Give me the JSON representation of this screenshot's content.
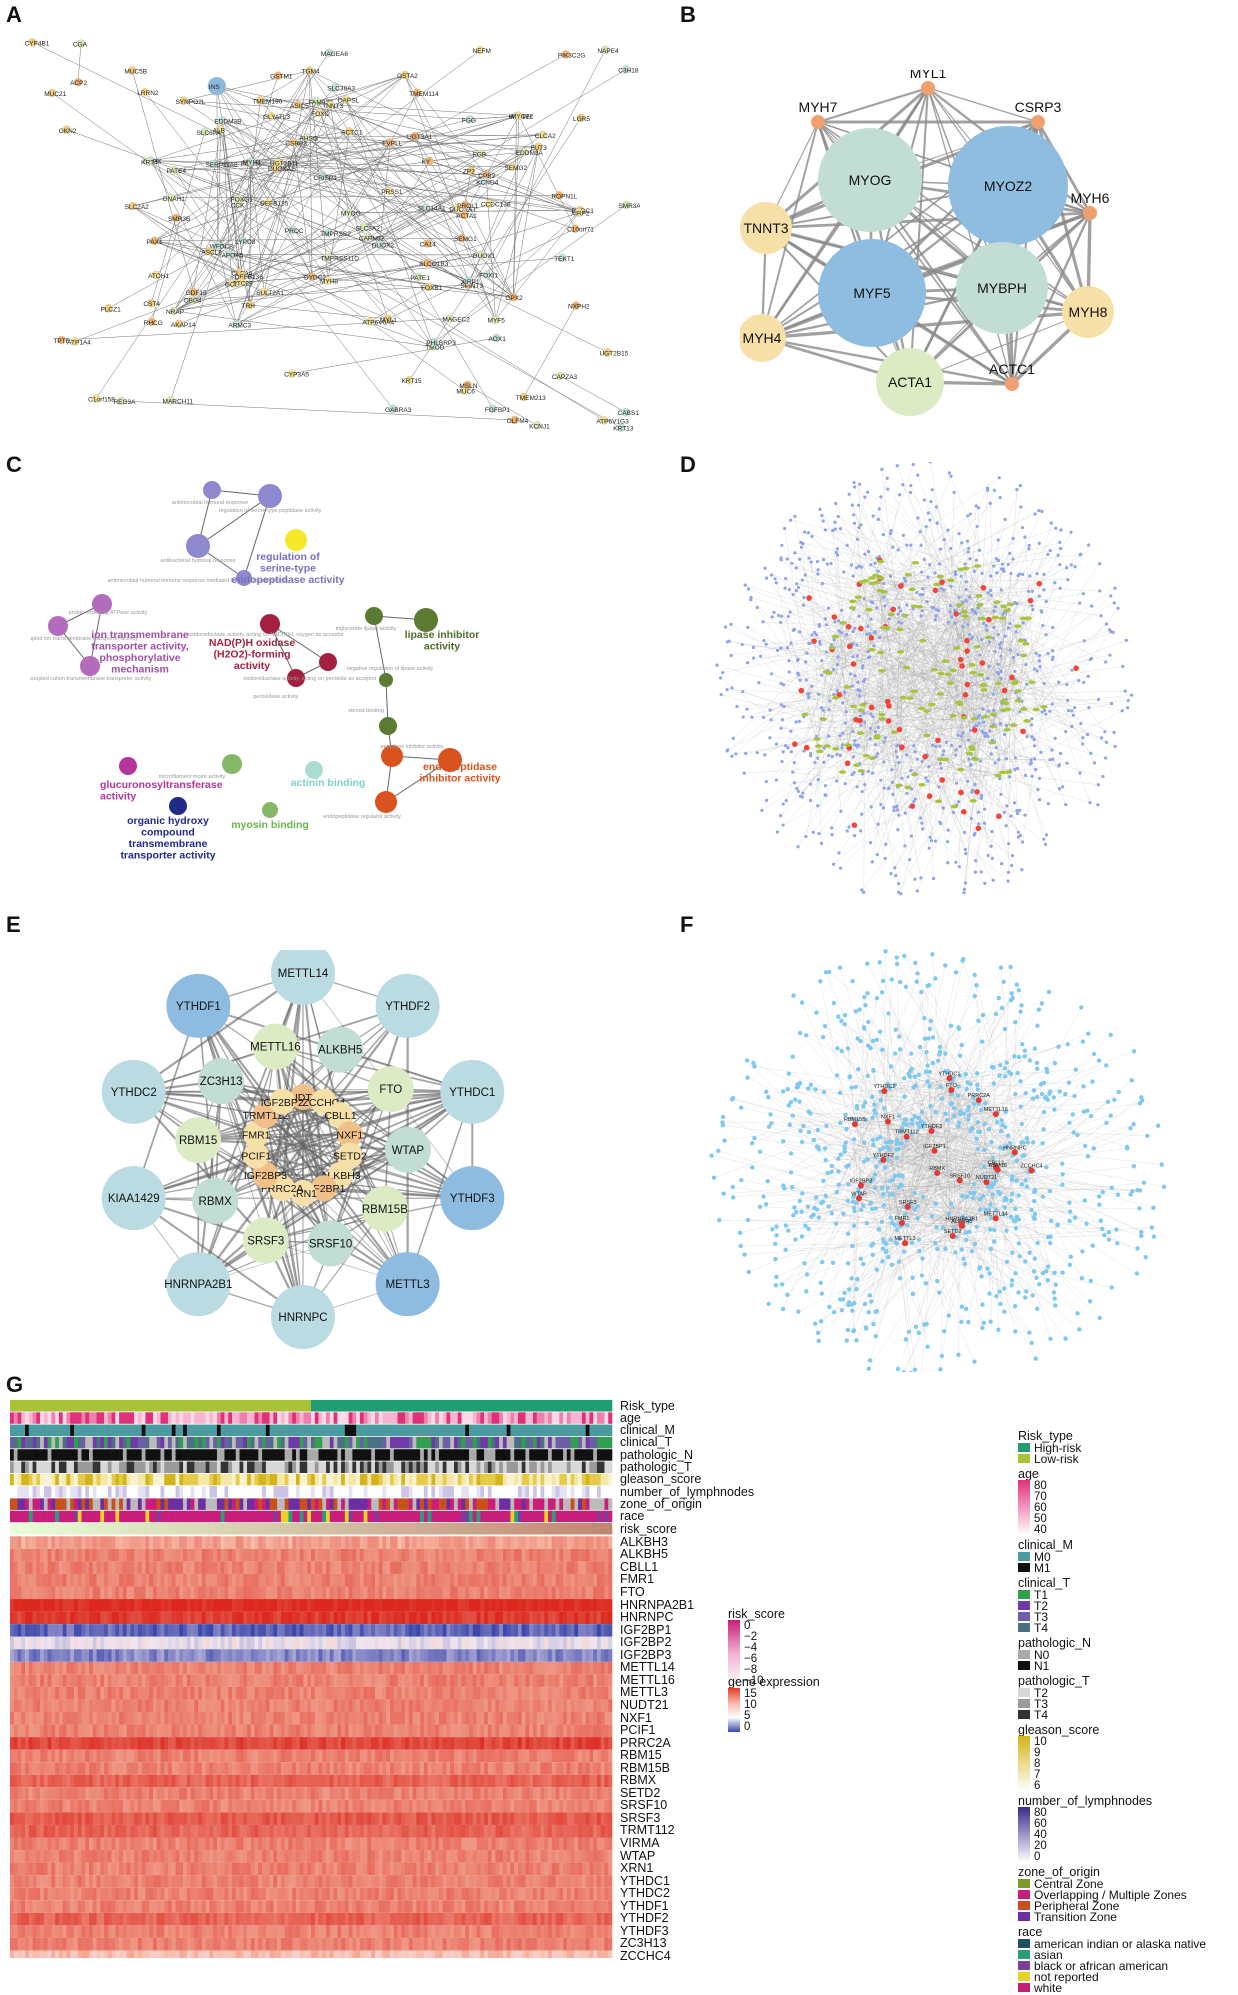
{
  "panels": {
    "A": "A",
    "B": "B",
    "C": "C",
    "D": "D",
    "E": "E",
    "F": "F",
    "G": "G"
  },
  "panelA": {
    "labels": [
      "DYDC1",
      "DYDC2",
      "FAM92B",
      "ARMC3",
      "DAPSL",
      "TMEM190",
      "EVPLL",
      "DBG4",
      "CRISP1",
      "GLYATL3",
      "FUT3",
      "SPINT3",
      "EDDM3A",
      "EDDM3B",
      "CLCA2",
      "CLCA4",
      "UGT3A1",
      "PATE1",
      "WFDC8",
      "SEMG2",
      "TGM4",
      "SEMG1",
      "PATE4",
      "LYPD8",
      "PRSS1",
      "DEFB136",
      "INS",
      "CCK",
      "APOA5",
      "GCG",
      "TRH",
      "FGA",
      "FGB",
      "FGG",
      "ALB",
      "SLC2A2",
      "CPB2",
      "AHSG",
      "SERPINA6",
      "SULT2A1",
      "GSTA2",
      "GPX2",
      "DUOX1",
      "DUOX2",
      "DUOXA1",
      "DUOXA2",
      "PAX1",
      "MYF5",
      "MYBPH",
      "MYOZ2",
      "ACTC1",
      "ACTA1",
      "MYOG",
      "MYH4",
      "TNNT3",
      "CSRP3",
      "KY",
      "NRAP",
      "XIRP1",
      "XIRP2",
      "SYNPO2L",
      "C10orf71",
      "TMOD",
      "SMPX",
      "MYH8",
      "MYL1",
      "TPTE",
      "MAGEC2",
      "MAGEA6",
      "C1orf158",
      "PLCZ1",
      "PIK3C2G",
      "CAPZA3",
      "CABS1",
      "CCDC136",
      "AKAP14",
      "ROPN1L",
      "DNAH1",
      "TEKT1",
      "TTC29",
      "ZP2",
      "PROL1",
      "KRT4",
      "KRT13",
      "KRT15",
      "LGR5",
      "TMEM114",
      "TMPRSS11D",
      "FGFBP1",
      "FOXI2",
      "ASIC5",
      "CA14",
      "CAPN52",
      "KCND4",
      "NEFM",
      "ASCL3",
      "RHCG",
      "SLC6A4",
      "SLC14A1",
      "ATP1A4",
      "TMEM213",
      "NXPH2",
      "NAPE4",
      "FOXI1",
      "MUC6",
      "MUC21",
      "ACP2",
      "CGA",
      "GABRA3",
      "LRRN2",
      "CST4",
      "SMR3B",
      "SMR3A",
      "PHLBRP3",
      "DEFB135",
      "GKN2",
      "OLFM4",
      "REG3A",
      "SLC38A3",
      "ATOH1",
      "MUC5B",
      "GDF15",
      "SLC5A2",
      "C3H18",
      "UGT2B11",
      "CYP4B1",
      "GSTM1",
      "MARCH11",
      "AOX1",
      "CYP3A5",
      "UGT2B15",
      "SLCO1B3",
      "FOXG1",
      "TMPRSS2",
      "ATP6V0A4",
      "FOXB1",
      "MSLN",
      "KCNJ1",
      "PROC",
      "ATP6V1G3"
    ]
  },
  "panelB": {
    "nodes": [
      "MYL1",
      "CSRP3",
      "MYH7",
      "MYOG",
      "MYOZ2",
      "MYH6",
      "TNNT3",
      "MYF5",
      "MYBPH",
      "MYH8",
      "MYH4",
      "ACTA1",
      "ACTC1"
    ]
  },
  "panelC": {
    "terms": [
      {
        "label": "regulation of\nserine-type\nendopeptidase activity",
        "color": "#7b6fc0"
      },
      {
        "label": "ion transmembrane\ntransporter activity,\nphosphorylative\nmechanism",
        "color": "#a14ea9"
      },
      {
        "label": "NAD(P)H oxidase\n(H2O2)-forming\nactivity",
        "color": "#a3213e"
      },
      {
        "label": "lipase inhibitor\nactivity",
        "color": "#4f6b2a"
      },
      {
        "label": "endopeptidase\ninhibitor activity",
        "color": "#d9531e"
      },
      {
        "label": "glucuronosyltransferase\nactivity",
        "color": "#b7359a"
      },
      {
        "label": "organic hydroxy\ncompound\ntransmembrane\ntransporter activity",
        "color": "#1f2a8a"
      },
      {
        "label": "myosin binding",
        "color": "#6ab345"
      },
      {
        "label": "actinin binding",
        "color": "#7fd1c4"
      }
    ],
    "minor": [
      "antimicrobial humoral response",
      "regulation of serine-type peptidase activity",
      "antibacterial humoral response",
      "antimicrobial humoral immune response mediated by antimicrobial peptide",
      "proton-exporting ATPase activity",
      "ATPase-coupled ion transmembrane transporter activity",
      "ATPase-coupled cation transmembrane transporter activity",
      "oxidoreductase activity, acting on NAD(P)H, oxygen as acceptor",
      "oxidoreductase activity, acting on peroxide as acceptor",
      "peroxidase activity",
      "triglyceride lipase activity",
      "negative regulation of lipase activity",
      "steroid binding",
      "peptidase inhibitor activity",
      "endopeptidase regulator activity",
      "microfilament motor activity"
    ]
  },
  "panelE": {
    "outer": [
      "METTL14",
      "YTHDF2",
      "YTHDC1",
      "YTHDF3",
      "METTL3",
      "HNRNPC",
      "HNRNPA2B1",
      "KIAA1429",
      "YTHDC2",
      "YTHDF1"
    ],
    "middle": [
      "ALKBH5",
      "FTO",
      "WTAP",
      "RBM15B",
      "SRSF10",
      "SRSF3",
      "RBMX",
      "RBM15",
      "ZC3H13",
      "METTL16"
    ],
    "inner": [
      "NUDT21",
      "ZCCHC4",
      "CBLL1",
      "NXF1",
      "SETD2",
      "ALKBH3",
      "IGF2BP1",
      "XRN1",
      "PRRC2A",
      "IGF2BP3",
      "PCIF1",
      "FMR1",
      "TRMT112",
      "IGF2BP2"
    ]
  },
  "panelF": {
    "labels": [
      "METTL14",
      "ZCCHC4",
      "FTO",
      "NUDT21",
      "ALKBH5",
      "PRRC2A",
      "IGF2BP3",
      "IGF2BP1",
      "CBLL1",
      "WTAP",
      "YTHDC1",
      "RBM15",
      "RBMX",
      "HNRNPA2B1",
      "HNRNPC",
      "METTL3",
      "TRMT112",
      "YTHDF2",
      "YTHDF3",
      "SRSF10",
      "METTL16",
      "RBM15B",
      "SRSF3",
      "YTHDC2",
      "NXF1",
      "FMR1",
      "SETD2"
    ]
  },
  "panelG": {
    "annotation_rows": [
      "Risk_type",
      "age",
      "clinical_M",
      "clinical_T",
      "pathologic_N",
      "pathologic_T",
      "gleason_score",
      "number_of_lymphnodes",
      "zone_of_origin",
      "race",
      "risk_score"
    ],
    "genes": [
      "ALKBH3",
      "ALKBH5",
      "CBLL1",
      "FMR1",
      "FTO",
      "HNRNPA2B1",
      "HNRNPC",
      "IGF2BP1",
      "IGF2BP2",
      "IGF2BP3",
      "METTL14",
      "METTL16",
      "METTL3",
      "NUDT21",
      "NXF1",
      "PCIF1",
      "PRRC2A",
      "RBM15",
      "RBM15B",
      "RBMX",
      "SETD2",
      "SRSF10",
      "SRSF3",
      "TRMT112",
      "VIRMA",
      "WTAP",
      "XRN1",
      "YTHDC1",
      "YTHDC2",
      "YTHDF1",
      "YTHDF2",
      "YTHDF3",
      "ZC3H13",
      "ZCCHC4"
    ],
    "risk_score_legend": {
      "title": "risk_score",
      "ticks": [
        "0",
        "−2",
        "−4",
        "−6",
        "−8",
        "−10"
      ]
    },
    "expression_legend": {
      "title": "gene expression",
      "ticks": [
        "15",
        "10",
        "5",
        "0"
      ]
    },
    "legends": [
      {
        "title": "Risk_type",
        "items": [
          {
            "label": "High-risk",
            "color": "#1f9e74"
          },
          {
            "label": "Low-risk",
            "color": "#a8c23a"
          }
        ]
      },
      {
        "title": "age",
        "gradient": true,
        "ticks": [
          "80",
          "70",
          "60",
          "50",
          "40"
        ],
        "colors": [
          "#e0307a",
          "#ffffff"
        ]
      },
      {
        "title": "clinical_M",
        "items": [
          {
            "label": "M0",
            "color": "#4a9b9f"
          },
          {
            "label": "M1",
            "color": "#111111"
          }
        ]
      },
      {
        "title": "clinical_T",
        "items": [
          {
            "label": "T1",
            "color": "#2ea04e"
          },
          {
            "label": "T2",
            "color": "#6f3aa8"
          },
          {
            "label": "T3",
            "color": "#6a5ea6"
          },
          {
            "label": "T4",
            "color": "#4d6f86"
          }
        ]
      },
      {
        "title": "pathologic_N",
        "items": [
          {
            "label": "N0",
            "color": "#aaaaaa"
          },
          {
            "label": "N1",
            "color": "#111111"
          }
        ]
      },
      {
        "title": "pathologic_T",
        "items": [
          {
            "label": "T2",
            "color": "#d8d8d8"
          },
          {
            "label": "T3",
            "color": "#9a9a9a"
          },
          {
            "label": "T4",
            "color": "#333333"
          }
        ]
      },
      {
        "title": "gleason_score",
        "gradient": true,
        "ticks": [
          "10",
          "9",
          "8",
          "7",
          "6"
        ],
        "colors": [
          "#d4b41c",
          "#ffffff"
        ]
      },
      {
        "title": "number_of_lymphnodes",
        "gradient": true,
        "ticks": [
          "80",
          "60",
          "40",
          "20",
          "0"
        ],
        "colors": [
          "#3c2a8f",
          "#ffffff"
        ]
      },
      {
        "title": "zone_of_origin",
        "items": [
          {
            "label": "Central Zone",
            "color": "#7b9a2a"
          },
          {
            "label": "Overlapping / Multiple Zones",
            "color": "#c81e7a"
          },
          {
            "label": "Peripheral Zone",
            "color": "#c8501c"
          },
          {
            "label": "Transition Zone",
            "color": "#6c2ea0"
          }
        ]
      },
      {
        "title": "race",
        "items": [
          {
            "label": "american indian or alaska native",
            "color": "#1e4f66"
          },
          {
            "label": "asian",
            "color": "#2a9e7a"
          },
          {
            "label": "black or african american",
            "color": "#7a3f9a"
          },
          {
            "label": "not reported",
            "color": "#e8d22a"
          },
          {
            "label": "white",
            "color": "#c81e7a"
          }
        ]
      }
    ]
  }
}
